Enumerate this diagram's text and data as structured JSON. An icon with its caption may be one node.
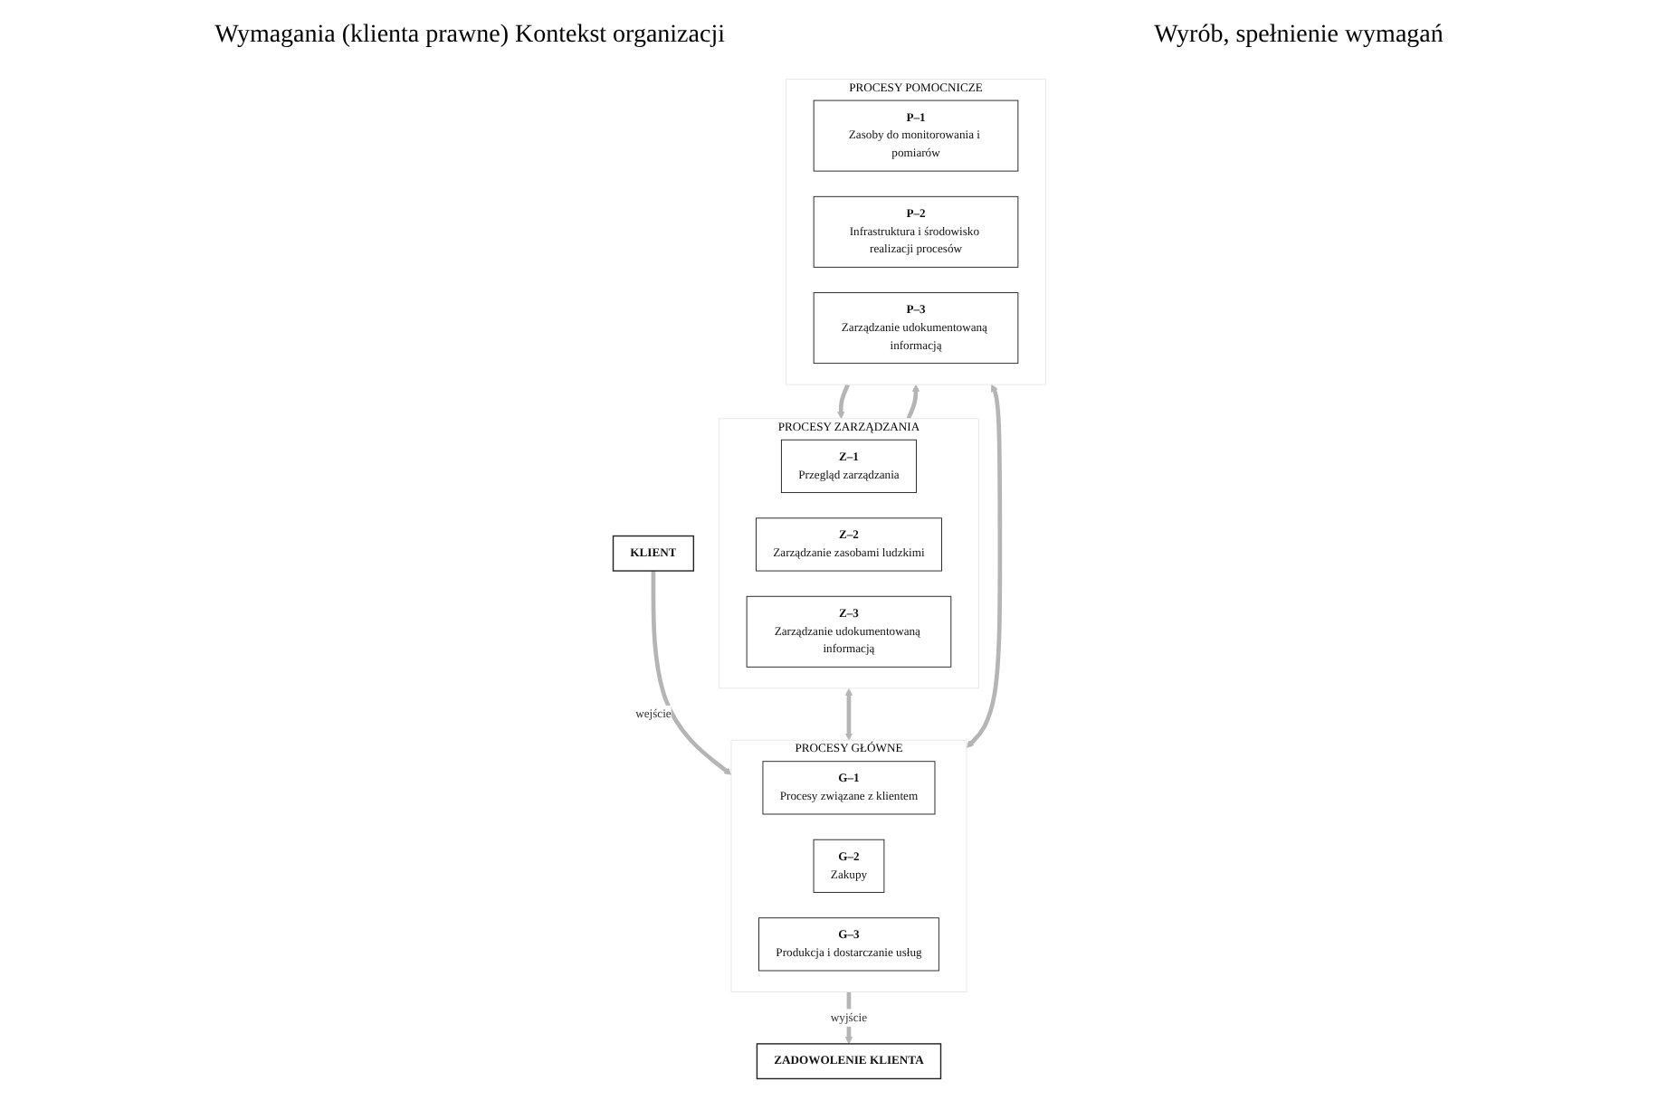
{
  "diagram": {
    "nodes": [
      {
        "text": [
          "PROCESY ZARZĄDZANIA"
        ]
      },
      {
        "text": [
          "Z–1",
          "Przegląd zarządzania"
        ],
        "in": 0
      },
      {
        "text": [
          "Z–2",
          "Zarządzanie zasobami ludzkimi"
        ],
        "in": 0
      },
      {
        "text": [
          "Z–3",
          "Zarządzanie udokumentowaną informacją"
        ],
        "in": 0
      },
      {
        "text": [
          "PROCESY GŁÓWNE"
        ]
      },
      {
        "text": [
          "G–1",
          "Procesy związane z klientem"
        ],
        "in": 4
      },
      {
        "text": [
          "G–2",
          "Zakupy"
        ],
        "in": 4
      },
      {
        "text": [
          "G–3",
          "Produkcja i dostarczanie usług"
        ],
        "in": 4
      },
      {
        "text": [
          "PROCESY POMOCNICZE"
        ]
      },
      {
        "text": [
          "P–1",
          "Zasoby do monitorowania i pomiarów"
        ],
        "in": 8
      },
      {
        "text": [
          "P–2",
          "Infrastruktura i środowisko realizacji procesów"
        ],
        "in": 8
      },
      {
        "text": [
          "P–3",
          "Zarządzanie udokumentowaną informacją"
        ],
        "in": 8
      },
      {
        "text": [
          "KLIENT"
        ]
      },
      {
        "text": [
          "ZADOWOLENIE KLIENTA"
        ]
      }
    ],
    "edges": [
      {
        "from": 12,
        "to": 4,
        "arrow": "to",
        "label": "wejście"
      },
      {
        "from": 4,
        "to": 13,
        "arrow": "to",
        "label": "wyjście"
      },
      {
        "from": 0,
        "to": 4,
        "arrow": "both"
      },
      {
        "from": 4,
        "to": 8,
        "arrow": "both"
      },
      {
        "from": 0,
        "to": 8,
        "arrow": "to"
      },
      {
        "from": 8,
        "to": 0,
        "arrow": "to"
      }
    ],
    "labels": [
      "Wymagania (klienta prawne) Kontekst organizacji",
      "Wyrób, spełnienie wymagań"
    ]
  }
}
